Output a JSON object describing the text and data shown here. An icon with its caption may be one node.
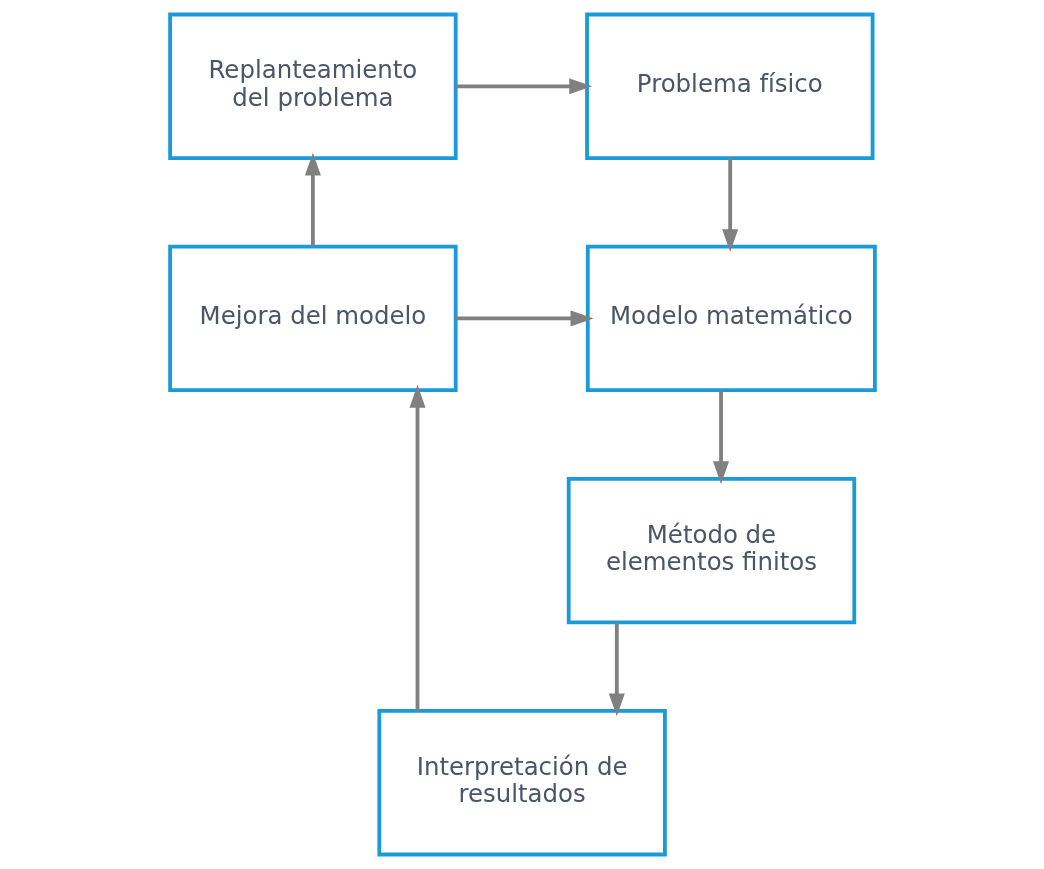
{
  "diagram": {
    "nodes": [
      {
        "text": [
          "Problema físico"
        ]
      },
      {
        "text": [
          "Replanteamiento del problema"
        ]
      },
      {
        "text": [
          "Modelo matemático"
        ]
      },
      {
        "text": [
          "Mejora del modelo"
        ]
      },
      {
        "text": [
          "Método de elementos finitos"
        ]
      },
      {
        "text": [
          "Interpretación de resultados"
        ]
      }
    ],
    "edges": [
      {
        "from": 1,
        "to": 0,
        "arrow": "to"
      },
      {
        "from": 0,
        "to": 2,
        "arrow": "to"
      },
      {
        "from": 3,
        "to": 2,
        "arrow": "to"
      },
      {
        "from": 3,
        "to": 1,
        "arrow": "to"
      },
      {
        "from": 2,
        "to": 4,
        "arrow": "to"
      },
      {
        "from": 4,
        "to": 5,
        "arrow": "to"
      },
      {
        "from": 5,
        "to": 3,
        "arrow": "to"
      }
    ]
  }
}
